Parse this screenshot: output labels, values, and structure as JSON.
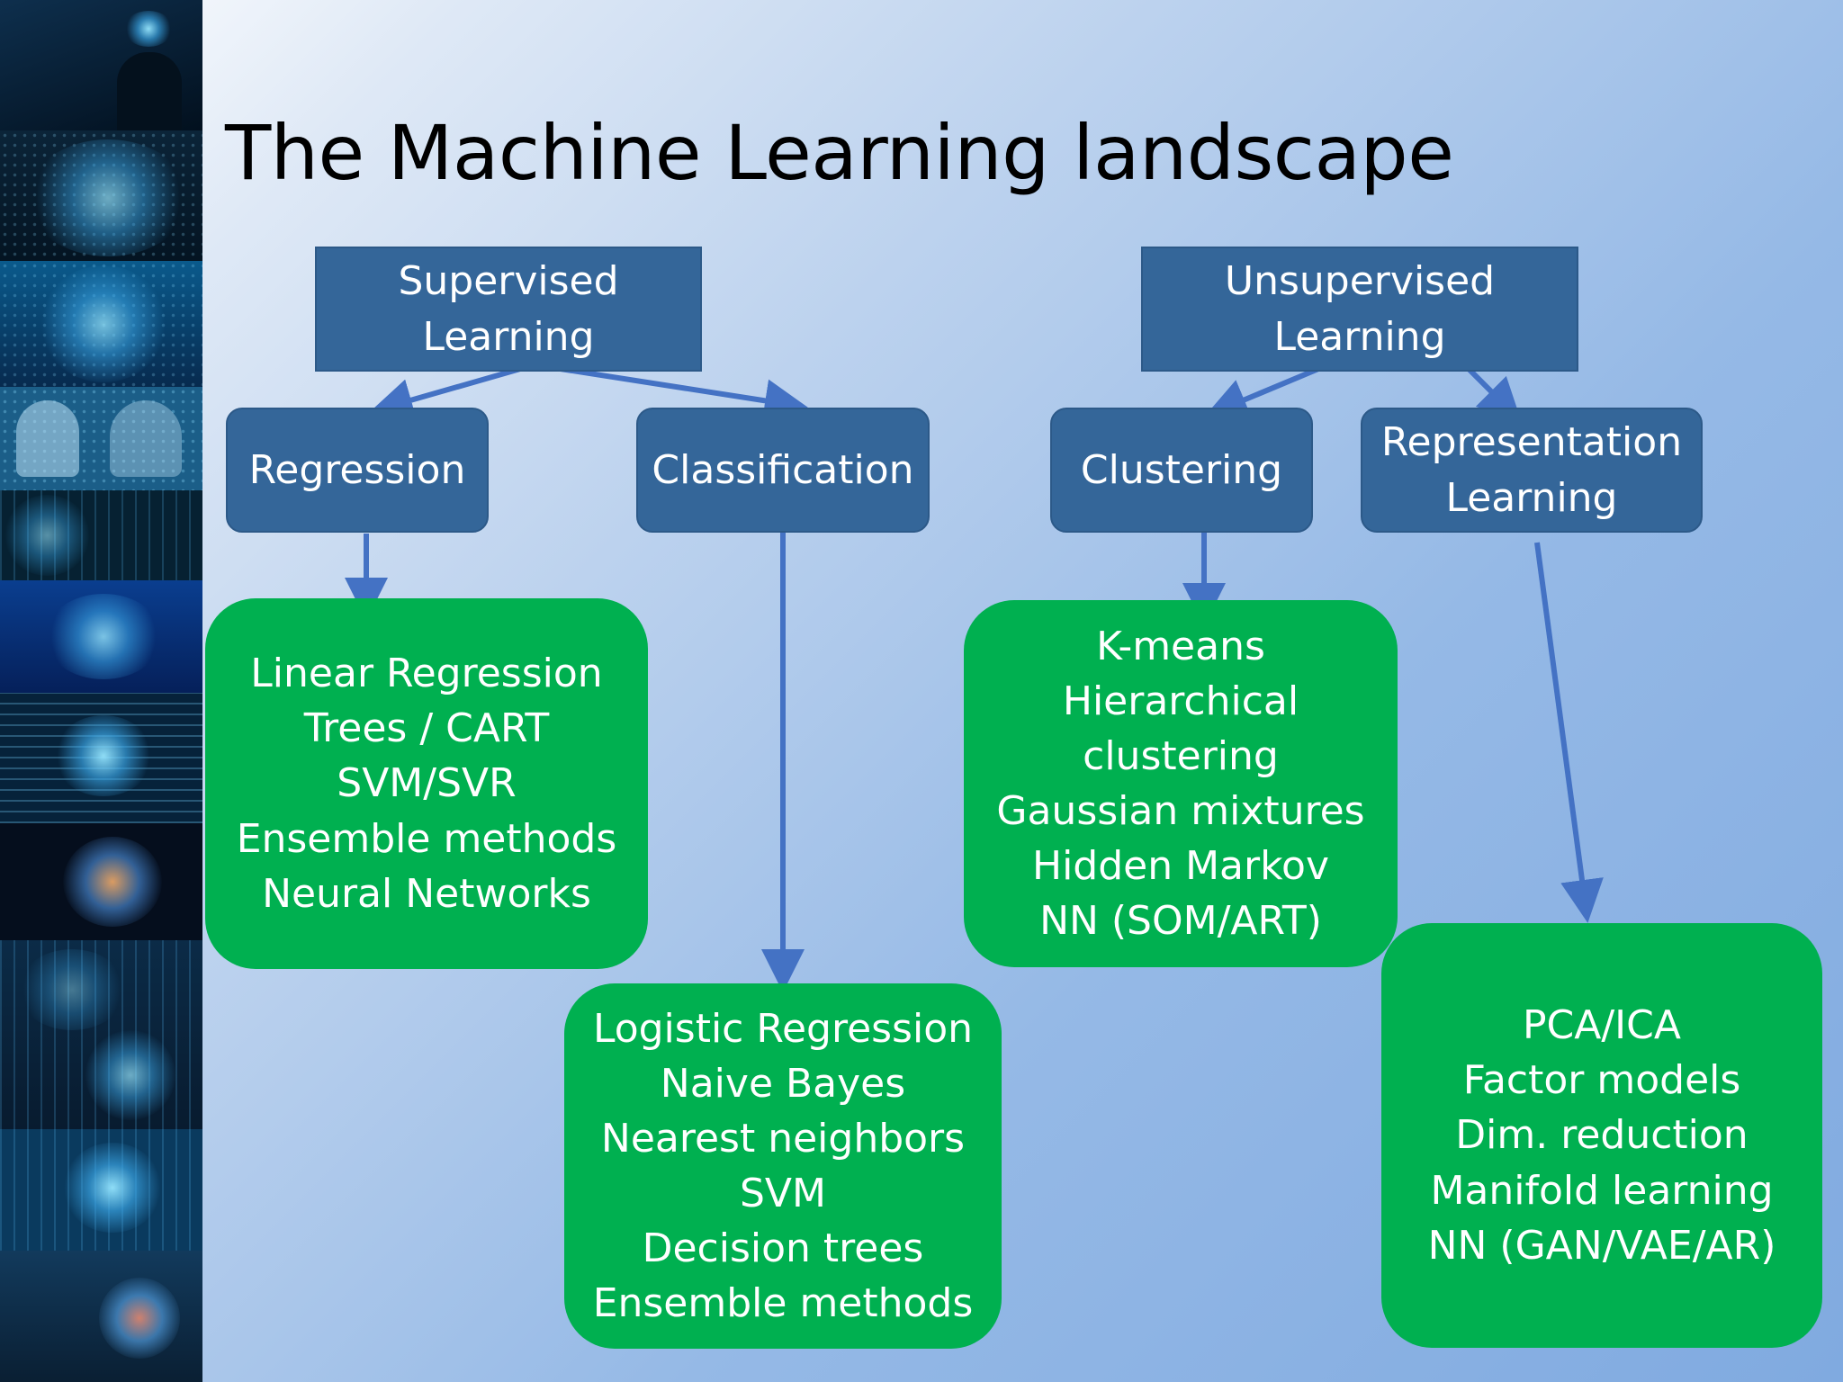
{
  "slide": {
    "title": "The Machine Learning landscape"
  },
  "colors": {
    "category_box": "#346699",
    "algorithm_box": "#00b050",
    "arrow": "#4472c4",
    "title_text": "#000000",
    "box_text": "#ffffff"
  },
  "diagram": {
    "supervised": {
      "label_line1": "Supervised",
      "label_line2": "Learning"
    },
    "unsupervised": {
      "label_line1": "Unsupervised",
      "label_line2": "Learning"
    },
    "regression": {
      "label": "Regression",
      "algorithms": [
        "Linear Regression",
        "Trees / CART",
        "SVM/SVR",
        "Ensemble methods",
        "Neural Networks"
      ]
    },
    "classification": {
      "label": "Classification",
      "algorithms": [
        "Logistic Regression",
        "Naive Bayes",
        "Nearest neighbors",
        "SVM",
        "Decision trees",
        "Ensemble methods"
      ]
    },
    "clustering": {
      "label": "Clustering",
      "algorithms": [
        "K-means",
        "Hierarchical",
        "clustering",
        "Gaussian mixtures",
        "Hidden Markov",
        "NN (SOM/ART)"
      ]
    },
    "representation": {
      "label_line1": "Representation",
      "label_line2": "Learning",
      "algorithms": [
        "PCA/ICA",
        "Factor models",
        "Dim. reduction",
        "Manifold learning",
        "NN (GAN/VAE/AR)"
      ]
    }
  }
}
